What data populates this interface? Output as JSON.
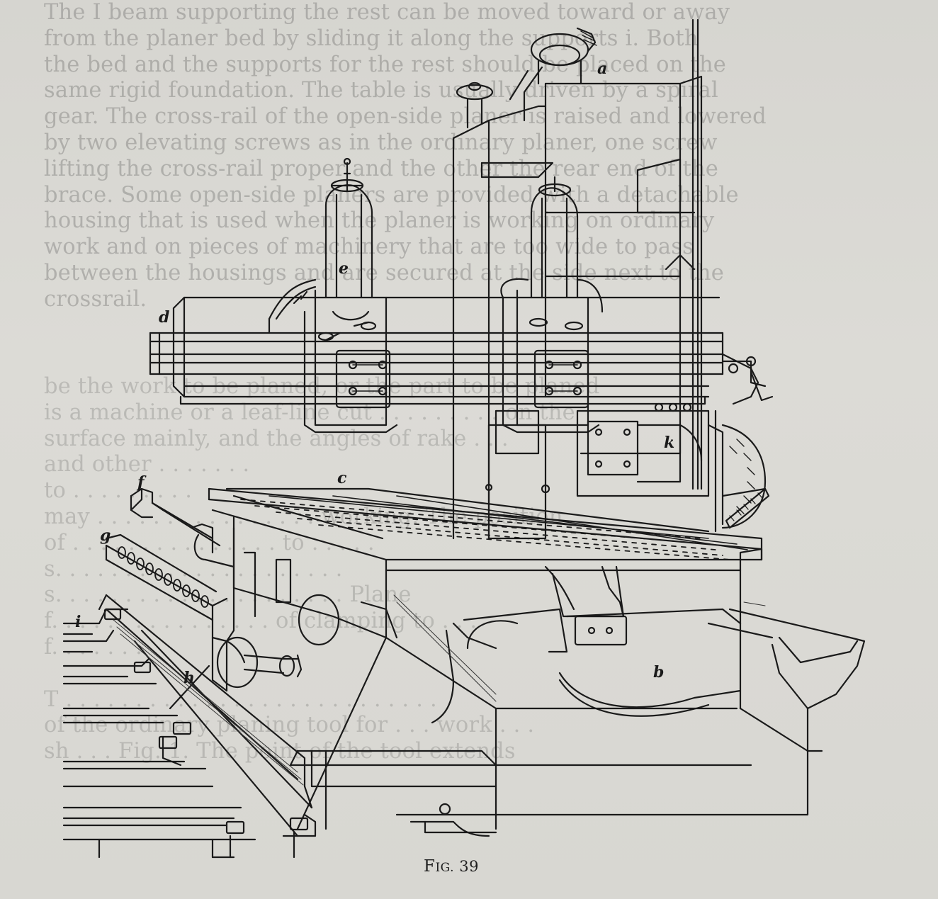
{
  "show_through_upper": [
    "The I beam supporting the rest can be moved toward or away",
    "from the planer bed by sliding it along the supports i. Both",
    "the bed and the supports for the rest should be placed on the",
    "same rigid foundation. The table is usually driven by a spiral",
    "gear. The cross-rail of the open-side planer is raised and lowered",
    "by two elevating screws as in the ordinary planer, one screw",
    "lifting the cross-rail proper and the other the rear end of the",
    "brace. Some open-side planers are provided with a detachable",
    "housing that is used when the planer is working on ordinary",
    "work and on pieces of machinery that are too wide to pass",
    "between the housings and are secured at the side next to the",
    "crossrail."
  ],
  "show_through_lower": [
    "be the work to be planed, or the part to be planed",
    "is a machine or a leaf-line cut . . . . . . . . . on the",
    "surface mainly, and the angles of rake . . .",
    "and other . . . . . . .",
    "to . . . . . . . . .",
    "may . . . . . . . . . . . . . . . . working. The position",
    "of . . . . . . . . . . . . . . . to . . . . .",
    "s. . . . . . . . . . . . . . . . . . . . .",
    "s. . . . . . . . . . . . . . . . . . . . . Plane",
    "f. . . . . . . . . . . . . . . . of clamping to . . .",
    "f. . . . . . .",
    "",
    "T . . . . . . . . . . . . . . . . . . . . . . . . . . .",
    "of the ordinary planing tool for . . . work . . .",
    "sh . . . Fig. 1. The point of the tool extends"
  ],
  "labels": {
    "a": "a",
    "b": "b",
    "c": "c",
    "d": "d",
    "e": "e",
    "f": "f",
    "g": "g",
    "h": "h",
    "i": "i",
    "k": "k"
  },
  "caption": {
    "prefix_big": "F",
    "prefix_small": "ig.",
    "number": "39"
  },
  "colors": {
    "paper": "#d9d8d3",
    "ink": "#1a1a1a"
  }
}
